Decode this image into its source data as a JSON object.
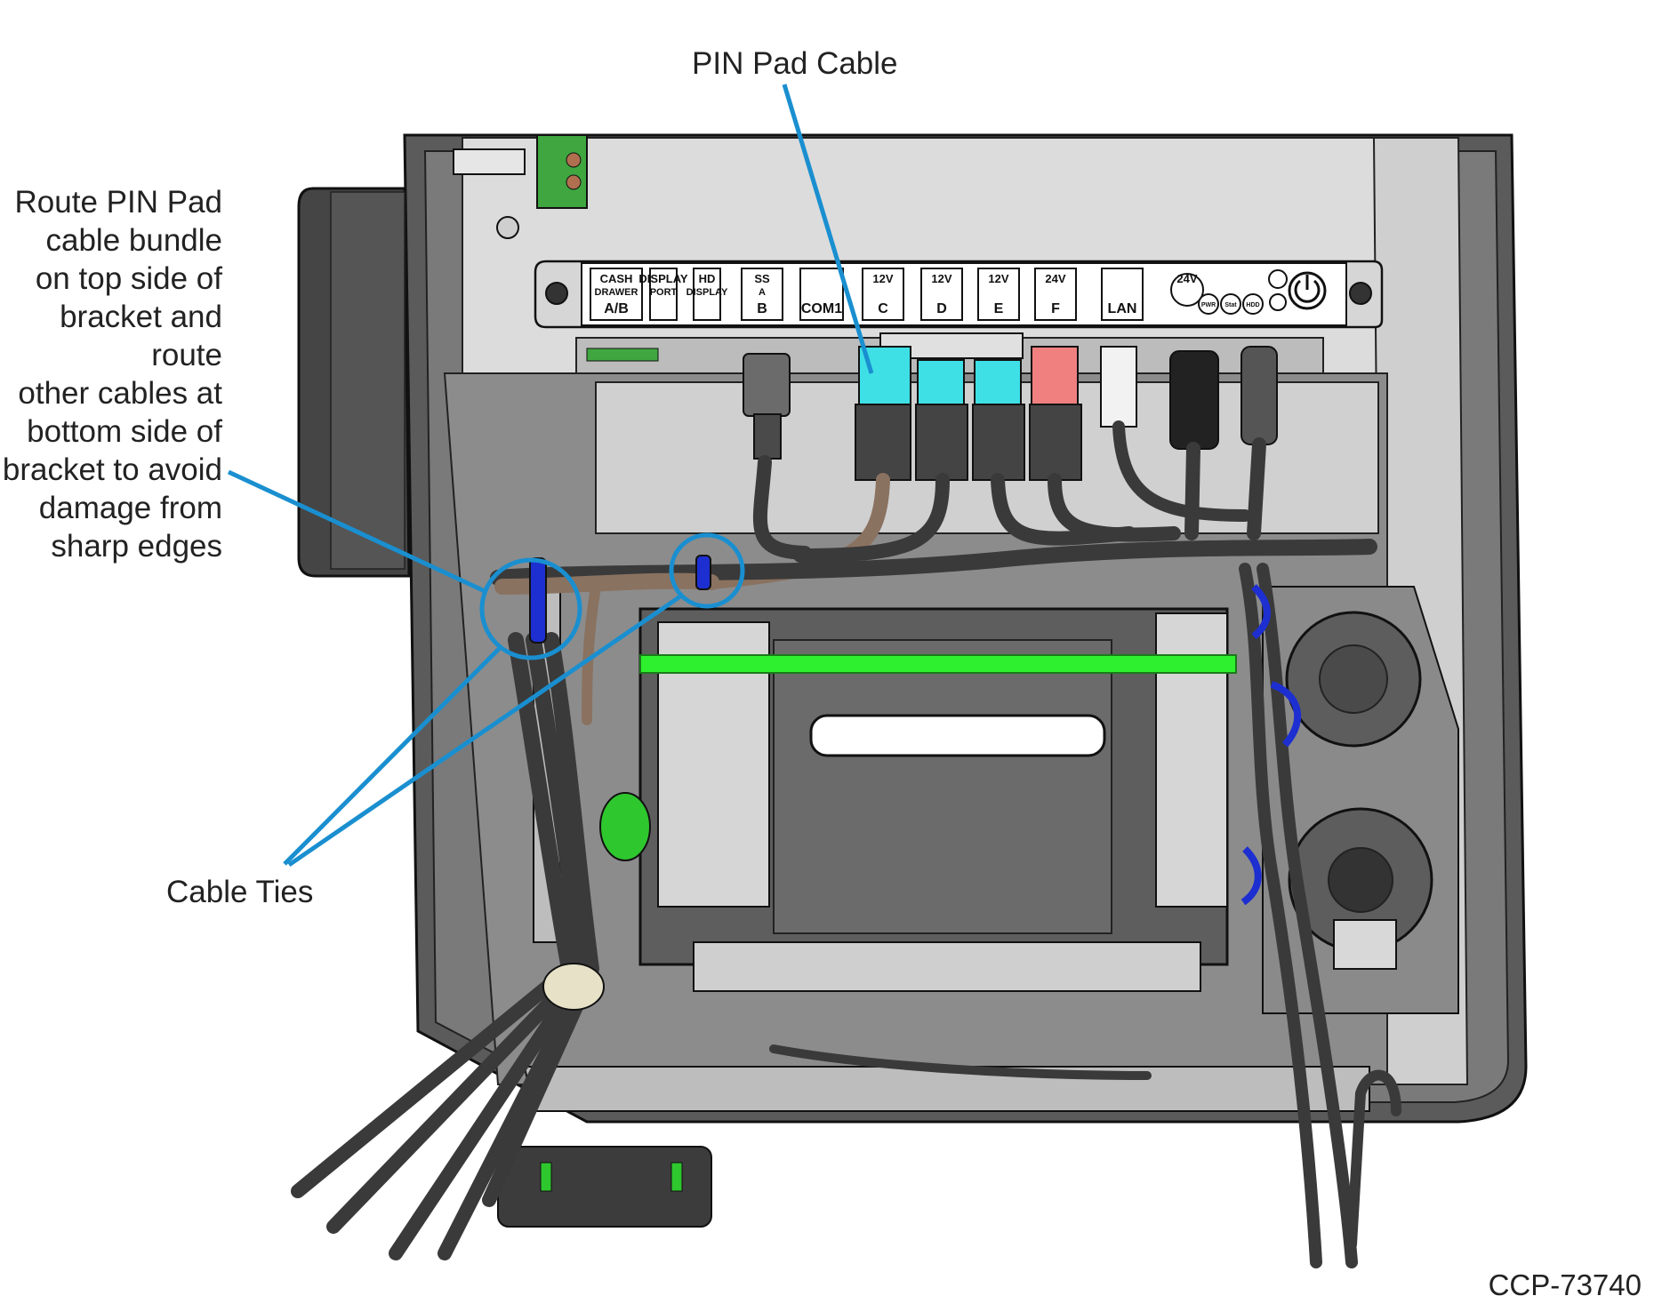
{
  "callouts": {
    "pin_pad_cable": "PIN Pad Cable",
    "route_instruction": "Route PIN Pad\ncable bundle\non top side of\nbracket and route\nother cables at\nbottom side of\nbracket to avoid\ndamage from\nsharp edges",
    "cable_ties": "Cable Ties",
    "figure_ref": "CCP-73740"
  },
  "ports": [
    {
      "top": "CASH",
      "mid": "DRAWER",
      "bottom": "A/B"
    },
    {
      "top": "DISPLAY",
      "mid": "PORT",
      "bottom": ""
    },
    {
      "top": "HD",
      "mid": "DISPLAY",
      "bottom": ""
    },
    {
      "top": "SS",
      "mid": "A",
      "bottom": "B"
    },
    {
      "top": "",
      "mid": "",
      "bottom": "COM1"
    },
    {
      "top": "12V",
      "mid": "",
      "bottom": "C"
    },
    {
      "top": "12V",
      "mid": "",
      "bottom": "D"
    },
    {
      "top": "12V",
      "mid": "",
      "bottom": "E"
    },
    {
      "top": "24V",
      "mid": "",
      "bottom": "F"
    },
    {
      "top": "",
      "mid": "",
      "bottom": "LAN"
    },
    {
      "top": "24V",
      "mid": "",
      "bottom": ""
    }
  ],
  "indicators": [
    "PWR",
    "Stat",
    "HDD"
  ],
  "colors": {
    "leader": "#1a8fd0",
    "cable": "#3a3a3a",
    "brown_cable": "#8a7260",
    "cyan_connector": "#3ee0e6",
    "red_connector": "#f08080",
    "cable_tie": "#1d2fd0",
    "green_rod": "#2ef02e",
    "housing": "#5a5a5a",
    "panel": "#dedede"
  }
}
